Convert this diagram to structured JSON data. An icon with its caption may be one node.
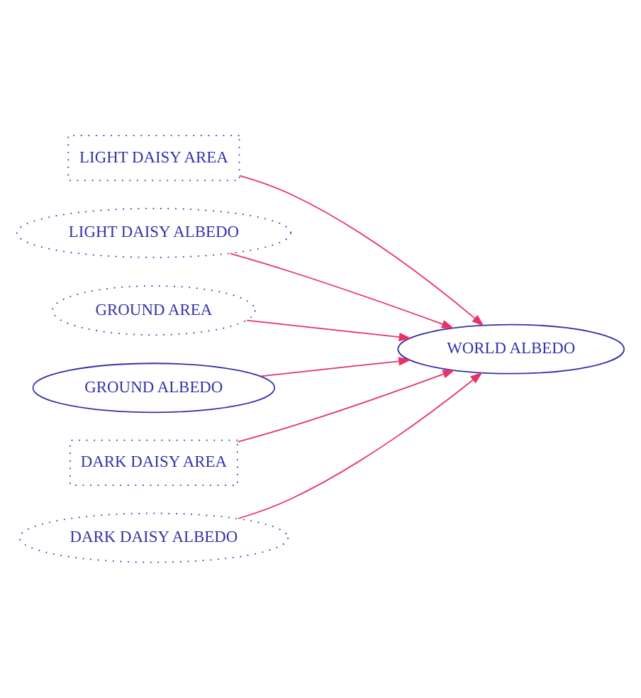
{
  "diagram": {
    "nodes": [
      {
        "text": [
          "LIGHT DAISY AREA"
        ]
      },
      {
        "text": [
          "LIGHT DAISY ALBEDO"
        ]
      },
      {
        "text": [
          "GROUND AREA"
        ]
      },
      {
        "text": [
          "WORLD ALBEDO"
        ]
      },
      {
        "text": [
          "GROUND ALBEDO"
        ]
      },
      {
        "text": [
          "DARK DAISY AREA"
        ]
      },
      {
        "text": [
          "DARK DAISY ALBEDO"
        ]
      }
    ],
    "edges": [
      {
        "from": 0,
        "to": 3,
        "arrow": "to"
      },
      {
        "from": 1,
        "to": 3,
        "arrow": "to"
      },
      {
        "from": 2,
        "to": 3,
        "arrow": "to"
      },
      {
        "from": 4,
        "to": 3,
        "arrow": "to"
      },
      {
        "from": 5,
        "to": 3,
        "arrow": "to"
      },
      {
        "from": 6,
        "to": 3,
        "arrow": "to"
      }
    ]
  }
}
